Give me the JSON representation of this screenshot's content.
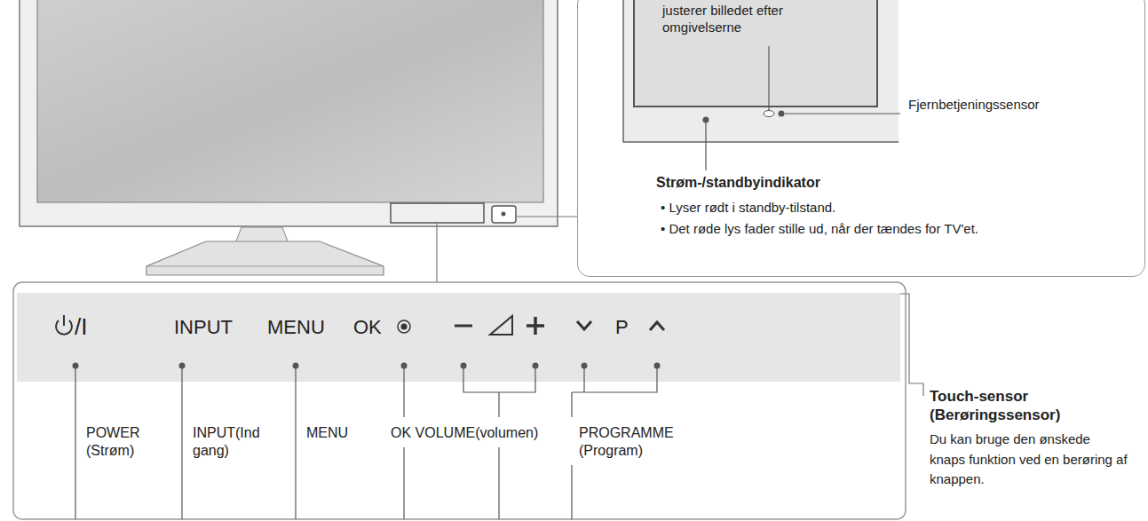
{
  "diagram": {
    "nodes": [
      {
        "text": [
          "justerer billedet efter omgivelserne",
          "Fjernbetjeningssensor",
          "Strøm-/standbyindikator",
          "• Lyser rødt i standby-tilstand.",
          "• Det røde lys fader stille ud, når der tændes for TV'et."
        ]
      },
      {
        "text": [
          "/I",
          "INPUT",
          "MENU",
          "OK",
          "P"
        ]
      }
    ],
    "labels": [
      "POWER (Strøm)",
      "INPUT(Ind gang)",
      "MENU",
      "OK VOLUME(volumen)",
      "PROGRAMME (Program)",
      "Touch-sensor (Berøringssensor)",
      "Du kan bruge den ønskede knaps funktion ved en berøring af knappen."
    ]
  }
}
